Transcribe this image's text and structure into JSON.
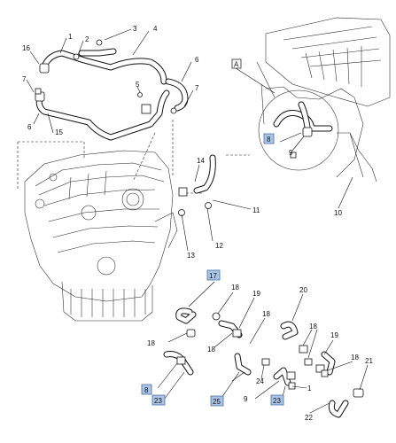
{
  "callouts": {
    "c1a": "1",
    "c2": "2",
    "c3": "3",
    "c4": "4",
    "c16": "16",
    "c7a": "7",
    "c5": "5",
    "c6a": "6",
    "c6b": "6",
    "c7b": "7",
    "c15": "15",
    "c14": "14",
    "c11": "11",
    "c12": "12",
    "c13": "13",
    "c9": "9",
    "c10": "10",
    "c18a": "18",
    "c19a": "19",
    "c18b": "18",
    "c20": "20",
    "c18c": "18",
    "c19b": "19",
    "c18d": "18",
    "c18e": "18",
    "c24": "24",
    "c21": "21",
    "c9b": "9",
    "c1b": "1",
    "c22": "22",
    "c18f": "18"
  },
  "boxed": {
    "a_view": "A",
    "b8_top": "8",
    "b17": "17",
    "b8_low": "8",
    "b23a": "23",
    "b25": "25",
    "b23b": "23"
  }
}
